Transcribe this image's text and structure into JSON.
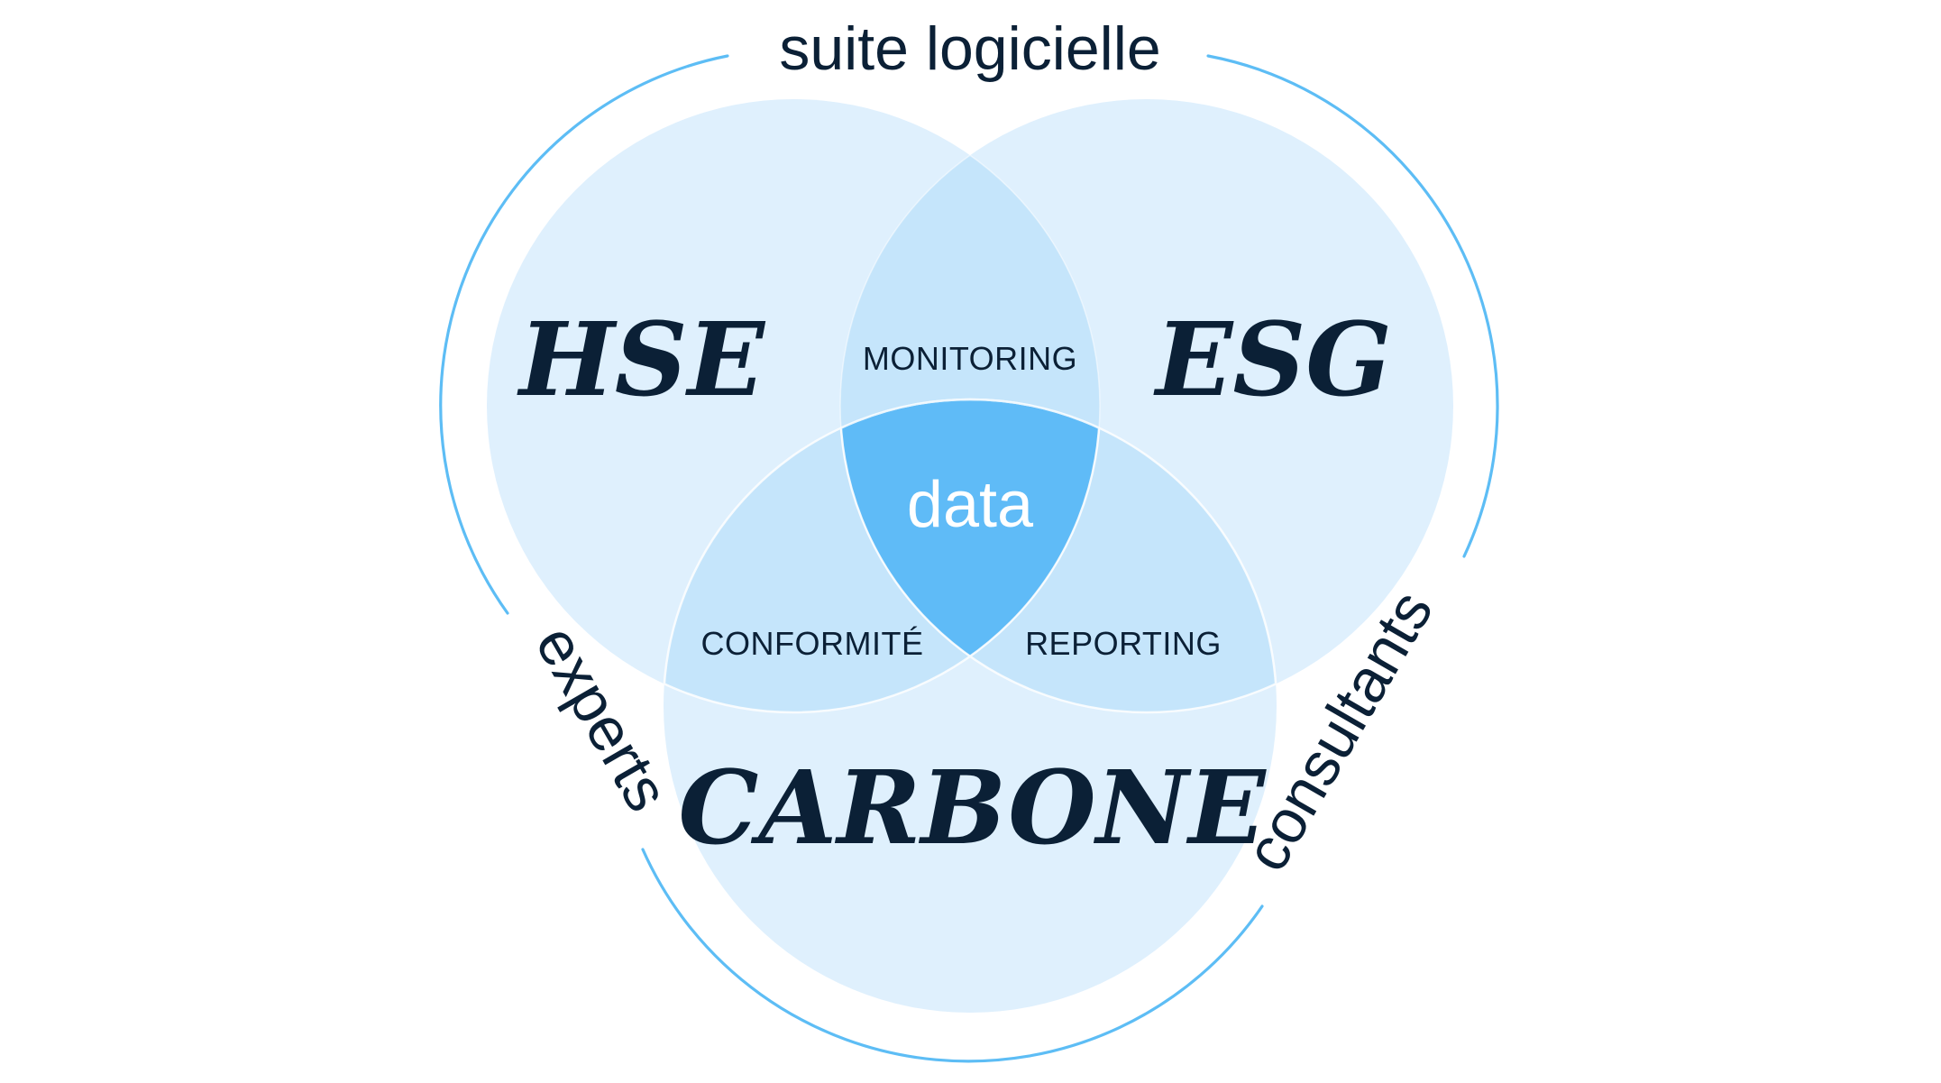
{
  "diagram": {
    "type": "venn",
    "outer_labels": {
      "top": "suite logicielle",
      "left": "experts",
      "right": "consultants"
    },
    "sets": [
      {
        "id": "hse",
        "label": "HSE"
      },
      {
        "id": "esg",
        "label": "ESG"
      },
      {
        "id": "carbone",
        "label": "CARBONE"
      }
    ],
    "intersections": {
      "hse_esg": "MONITORING",
      "hse_carbone": "CONFORMITÉ",
      "esg_carbone": "REPORTING",
      "all": "data"
    },
    "colors": {
      "single": "#dff0fd",
      "double": "#c5e5fb",
      "triple": "#5fbbf7",
      "outline": "#5dbdf5",
      "text": "#0b2036",
      "center_text": "#ffffff"
    }
  }
}
